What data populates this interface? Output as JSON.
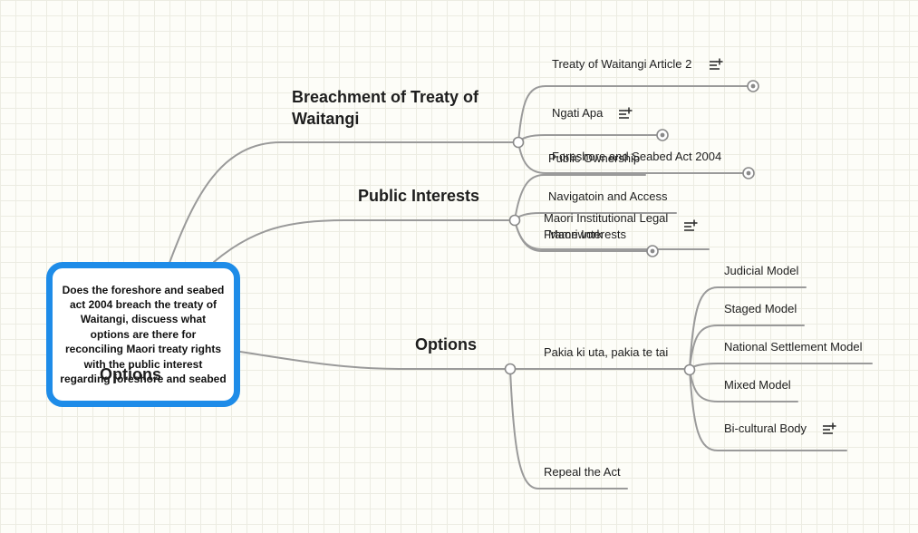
{
  "root": {
    "text": "Does the foreshore and seabed act 2004 breach the treaty of Waitangi, discuess what options are there for reconciling Maori treaty rights with the public interest regarding foreshore and seabed"
  },
  "overlay_label": "Options",
  "branches": {
    "breachment": {
      "title": "Breachment of Treaty of Waitangi",
      "children": {
        "treaty_article": "Treaty of Waitangi Article 2",
        "ngati_apa": "Ngati Apa",
        "foreshore_act": "Foreshore and Seabed Act 2004"
      }
    },
    "public_interests": {
      "title": "Public Interests",
      "children": {
        "public_ownership": "Public Ownership",
        "navigation": "Navigatoin and Access",
        "maori_institutional": "Maori Institutional Legal Framework",
        "maori_interests": "Maori Interests"
      }
    },
    "options": {
      "title": "Options",
      "children": {
        "pakia": {
          "label": "Pakia ki uta, pakia te tai",
          "children": {
            "judicial": "Judicial Model",
            "staged": "Staged Model",
            "national": "National Settlement Model",
            "mixed": "Mixed Model",
            "bicultural": "Bi-cultural Body"
          }
        },
        "repeal": "Repeal the Act"
      }
    }
  },
  "colors": {
    "connector": "#9a9a9a",
    "root_border": "#1e8ce8",
    "text": "#1e1e1e",
    "grid": "#ecece2",
    "background": "#fdfdf8"
  },
  "icons": [
    "notes-icon",
    "collapse-dot-icon"
  ]
}
